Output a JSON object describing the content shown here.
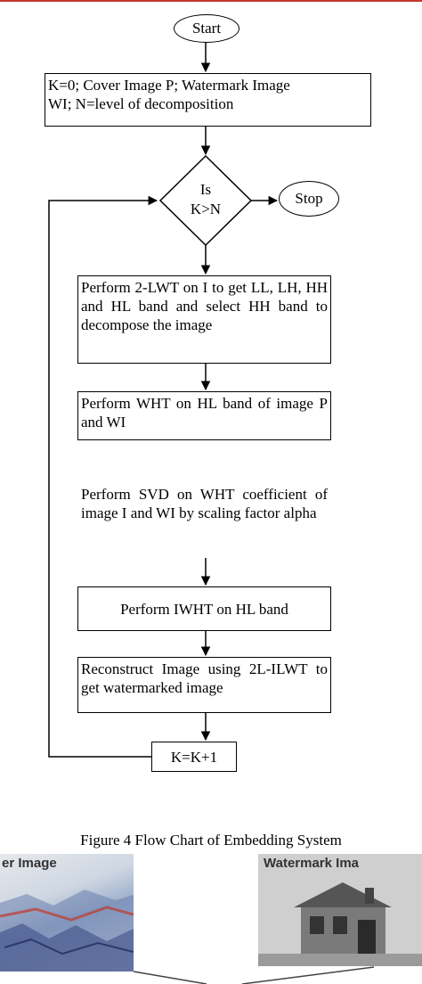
{
  "flowchart": {
    "start": "Start",
    "init_line1": "K=0; Cover Image P; Watermark Image",
    "init_line2": "WI; N=level of decomposition",
    "decision_line1": "Is",
    "decision_line2": "K>N",
    "stop": "Stop",
    "step_lwt": "Perform 2-LWT on I to get LL, LH, HH and HL band and select HH band to decompose the image",
    "step_wht": "Perform WHT on HL band of image P and WI",
    "step_svd": "Perform SVD on WHT coefficient of image I and WI by scaling factor alpha",
    "step_iwht": "Perform IWHT on HL band",
    "step_reconstruct": "Reconstruct Image using 2L-ILWT to get watermarked image",
    "increment": "K=K+1"
  },
  "caption": "Figure 4 Flow Chart of Embedding System",
  "images": {
    "cover_title": "er Image",
    "watermark_title": "Watermark Ima"
  }
}
